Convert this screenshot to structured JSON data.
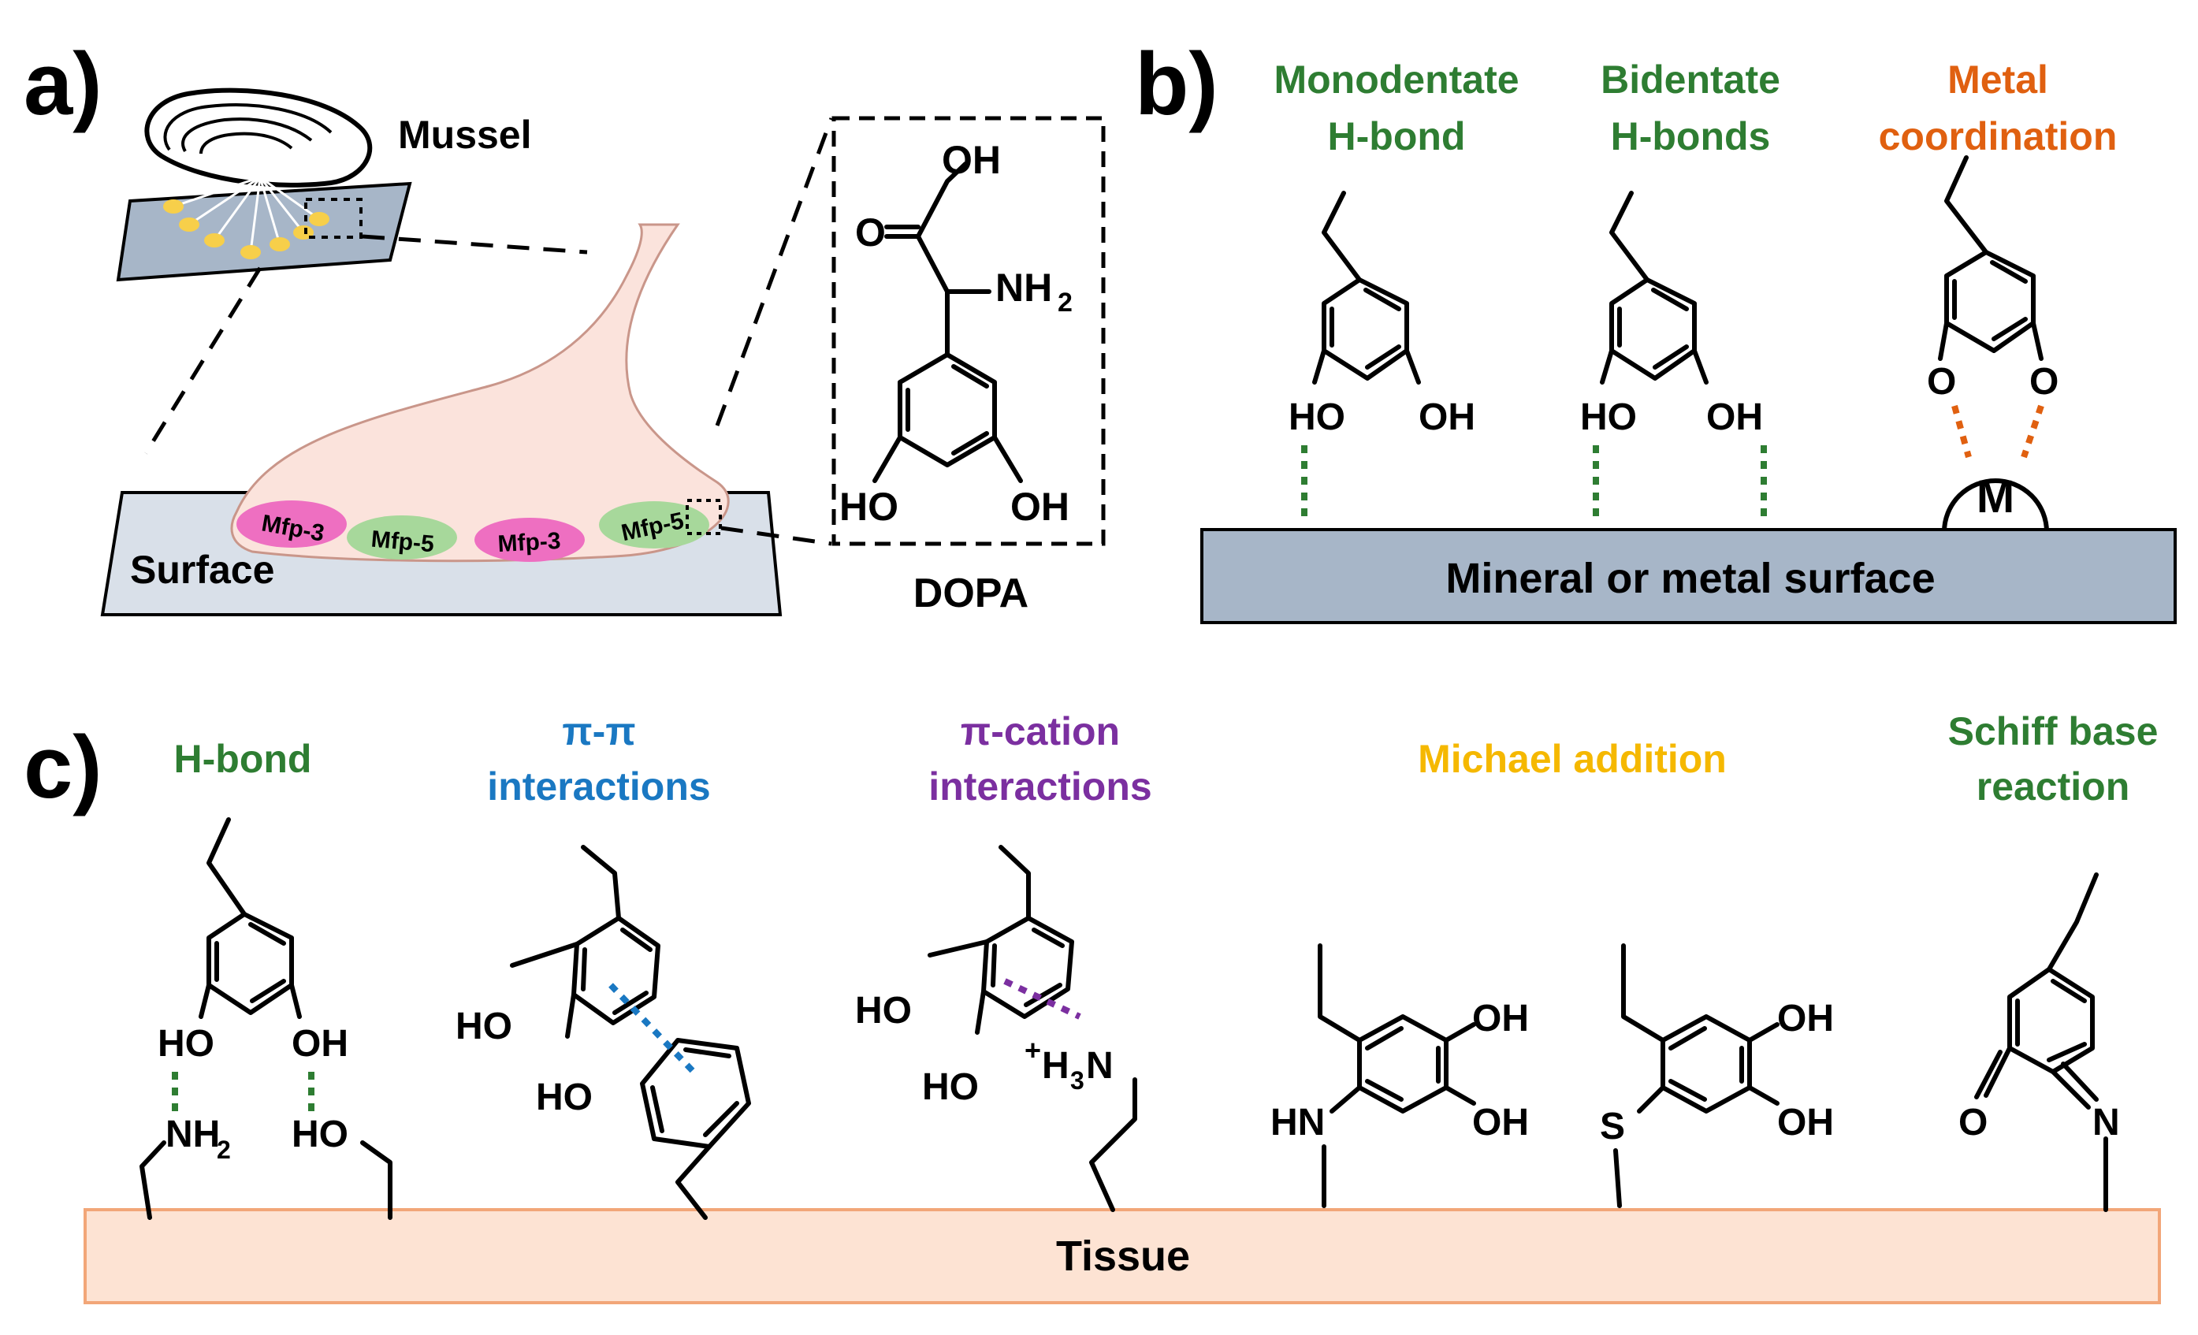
{
  "colors": {
    "green": "#2e7d32",
    "orange": "#e06010",
    "blue": "#1a78c2",
    "purple": "#7b2fa0",
    "yellow": "#f5b800",
    "surface_fill": "#a7b6c8",
    "tissue_fill": "#fde3d3",
    "tissue_stroke": "#f2a678",
    "plaque_fill": "#fbe3dc",
    "mfp3_fill": "#ee6fc1",
    "mfp5_fill": "#a7d89b"
  },
  "panel_a": {
    "label": "a)",
    "mussel_label": "Mussel",
    "surface_label": "Surface",
    "proteins": [
      "Mfp-3",
      "Mfp-5",
      "Mfp-3",
      "Mfp-5"
    ],
    "dopa_label": "DOPA",
    "dopa_atoms": {
      "oh_top": "OH",
      "o_left": "O",
      "nh2": "NH",
      "nh2_sub": "2",
      "ho_left": "HO",
      "oh_right": "OH"
    }
  },
  "panel_b": {
    "label": "b)",
    "modes": [
      {
        "line1": "Monodentate",
        "line2": "H-bond",
        "color_key": "green"
      },
      {
        "line1": "Bidentate",
        "line2": "H-bonds",
        "color_key": "green"
      },
      {
        "line1": "Metal",
        "line2": "coordination",
        "color_key": "orange"
      }
    ],
    "atoms": {
      "ho": "HO",
      "oh": "OH",
      "o": "O",
      "metal": "M"
    },
    "surface_label": "Mineral or metal surface"
  },
  "panel_c": {
    "label": "c)",
    "interactions": [
      {
        "line1": "H-bond",
        "line2": "",
        "color_key": "green"
      },
      {
        "line1": "π-π",
        "line2": "interactions",
        "color_key": "blue"
      },
      {
        "line1": "π-cation",
        "line2": "interactions",
        "color_key": "purple"
      },
      {
        "line1": "Michael addition",
        "line2": "",
        "color_key": "yellow"
      },
      {
        "line1": "Schiff base",
        "line2": "reaction",
        "color_key": "green"
      }
    ],
    "atoms": {
      "ho": "HO",
      "oh": "OH",
      "nh": "NH",
      "sub2": "2",
      "hn": "HN",
      "s": "S",
      "o": "O",
      "n": "N",
      "cation_plus": "+",
      "cation_h": "H",
      "cation_sub": "3",
      "cation_n": "N"
    },
    "tissue_label": "Tissue"
  }
}
